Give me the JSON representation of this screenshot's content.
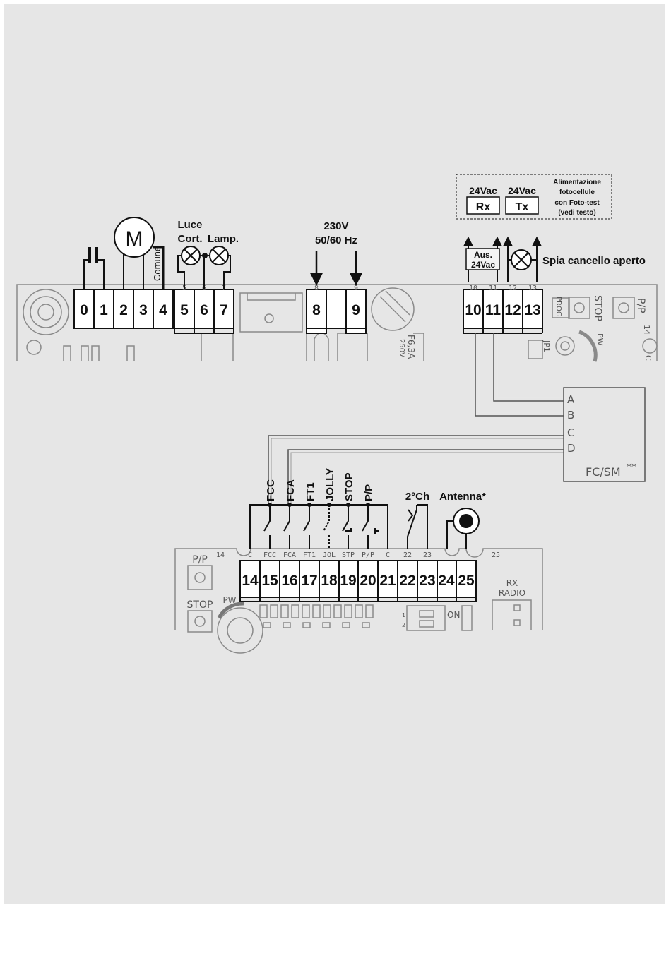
{
  "colors": {
    "background": "#e6e6e6",
    "board": "#e8e8e8",
    "line": "#111111",
    "board_line": "#8a8a8a"
  },
  "top_block": {
    "motor": "M",
    "comune": "Comune",
    "luce_1": "Luce",
    "luce_2": "Cort.",
    "lamp": "Lamp.",
    "power_1": "230V",
    "power_2": "50/60 Hz",
    "aus_1": "Aus.",
    "aus_2": "24Vac",
    "spia": "Spia cancello aperto",
    "fuse_1": "F6,3A",
    "fuse_2": "250V",
    "prog": "PROG.",
    "stop": "STOP",
    "pp": "P/P",
    "pw": "PW",
    "jp1": "JP1",
    "edge_14": "14",
    "edge_c": "C",
    "terminals_a": [
      "0",
      "1",
      "2",
      "3",
      "4",
      "5",
      "6",
      "7"
    ],
    "small_a": [
      "5",
      "6",
      "7"
    ],
    "terminals_b": [
      "8",
      "9"
    ],
    "small_b": [
      "8",
      "9"
    ],
    "terminals_c": [
      "10",
      "11",
      "12",
      "13"
    ],
    "small_c": [
      "10",
      "11",
      "12",
      "13"
    ]
  },
  "photocell_box": {
    "rx_v": "24Vac",
    "rx": "Rx",
    "tx_v": "24Vac",
    "tx": "Tx",
    "note": [
      "Alimentazione",
      "fotocellule",
      "con Foto-test",
      "(vedi testo)"
    ]
  },
  "fcsm": {
    "rows": [
      "A",
      "B",
      "C",
      "D"
    ],
    "name": "FC/SM",
    "stars": "**"
  },
  "bottom_block": {
    "inputs": [
      "FCC",
      "FCA",
      "FT1",
      "JOLLY",
      "STOP",
      "P/P"
    ],
    "ch2": "2°Ch",
    "antenna": "Antenna*",
    "small": [
      "C",
      "FCC",
      "FCA",
      "FT1",
      "JOL",
      "STP",
      "P/P",
      "C",
      "22",
      "23"
    ],
    "edge_14": "14",
    "edge_25": "25",
    "terminals": [
      "14",
      "15",
      "16",
      "17",
      "18",
      "19",
      "20",
      "21",
      "22",
      "23",
      "24",
      "25"
    ],
    "pp": "P/P",
    "stop": "STOP",
    "pw": "PW",
    "rx_1": "RX",
    "rx_2": "RADIO",
    "on": "ON",
    "dip_1": "1",
    "dip_2": "2"
  }
}
